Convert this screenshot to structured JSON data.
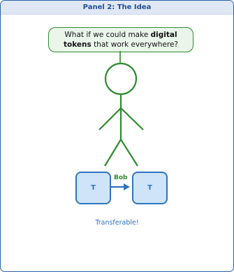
{
  "panel": {
    "title": "Panel 2:  The Idea"
  },
  "bubble": {
    "line1_pre": "What if we could make ",
    "line1_bold": "digital",
    "line2_bold": "tokens",
    "line2_post": " that work everywhere?"
  },
  "tokens": {
    "left_label": "T",
    "right_label": "T",
    "arrow_label": "Bob"
  },
  "caption": "Transferable!",
  "colors": {
    "panel_border": "#2a5fa8",
    "header_bg": "#dfe7f5",
    "stick_green": "#2e8b2e",
    "token_blue": "#2f74c0",
    "token_fill": "#cfe4f8"
  }
}
